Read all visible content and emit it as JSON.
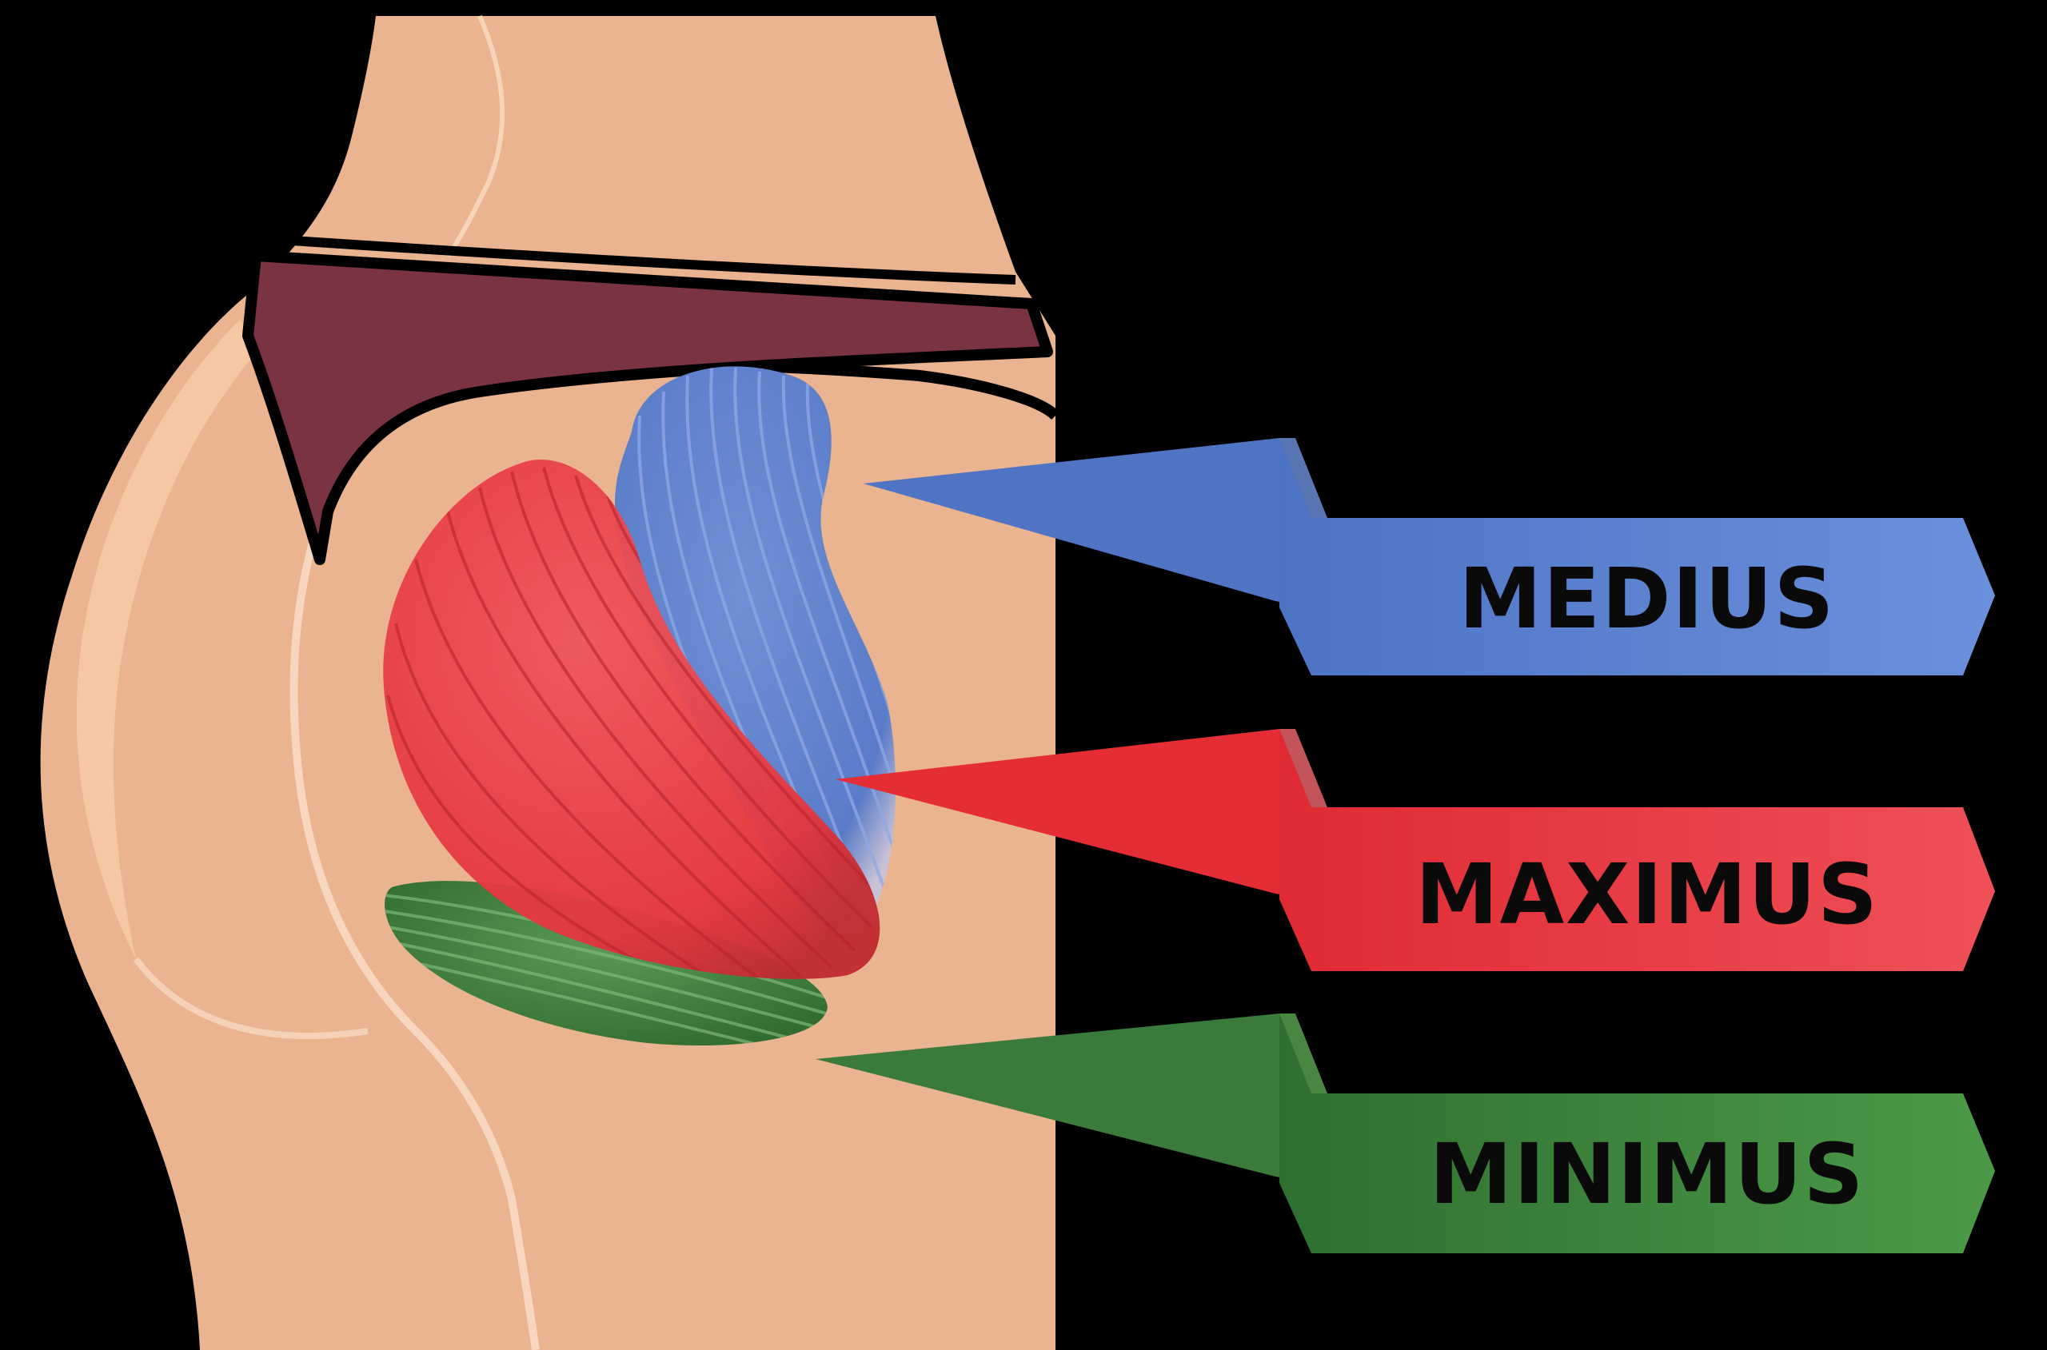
{
  "labels": {
    "medius": "MEDIUS",
    "maximus": "MAXIMUS",
    "minimus": "MINIMUS"
  },
  "colors": {
    "background": "#000000",
    "skin": "#e9b48f",
    "skin_highlight": "#f6c9a5",
    "skin_line": "#f8dcc4",
    "underwear": "#7a3340",
    "medius": "#5278c8",
    "maximus": "#e8333c",
    "minimus": "#3e7f3e",
    "label_text": "#0a0a0a"
  }
}
